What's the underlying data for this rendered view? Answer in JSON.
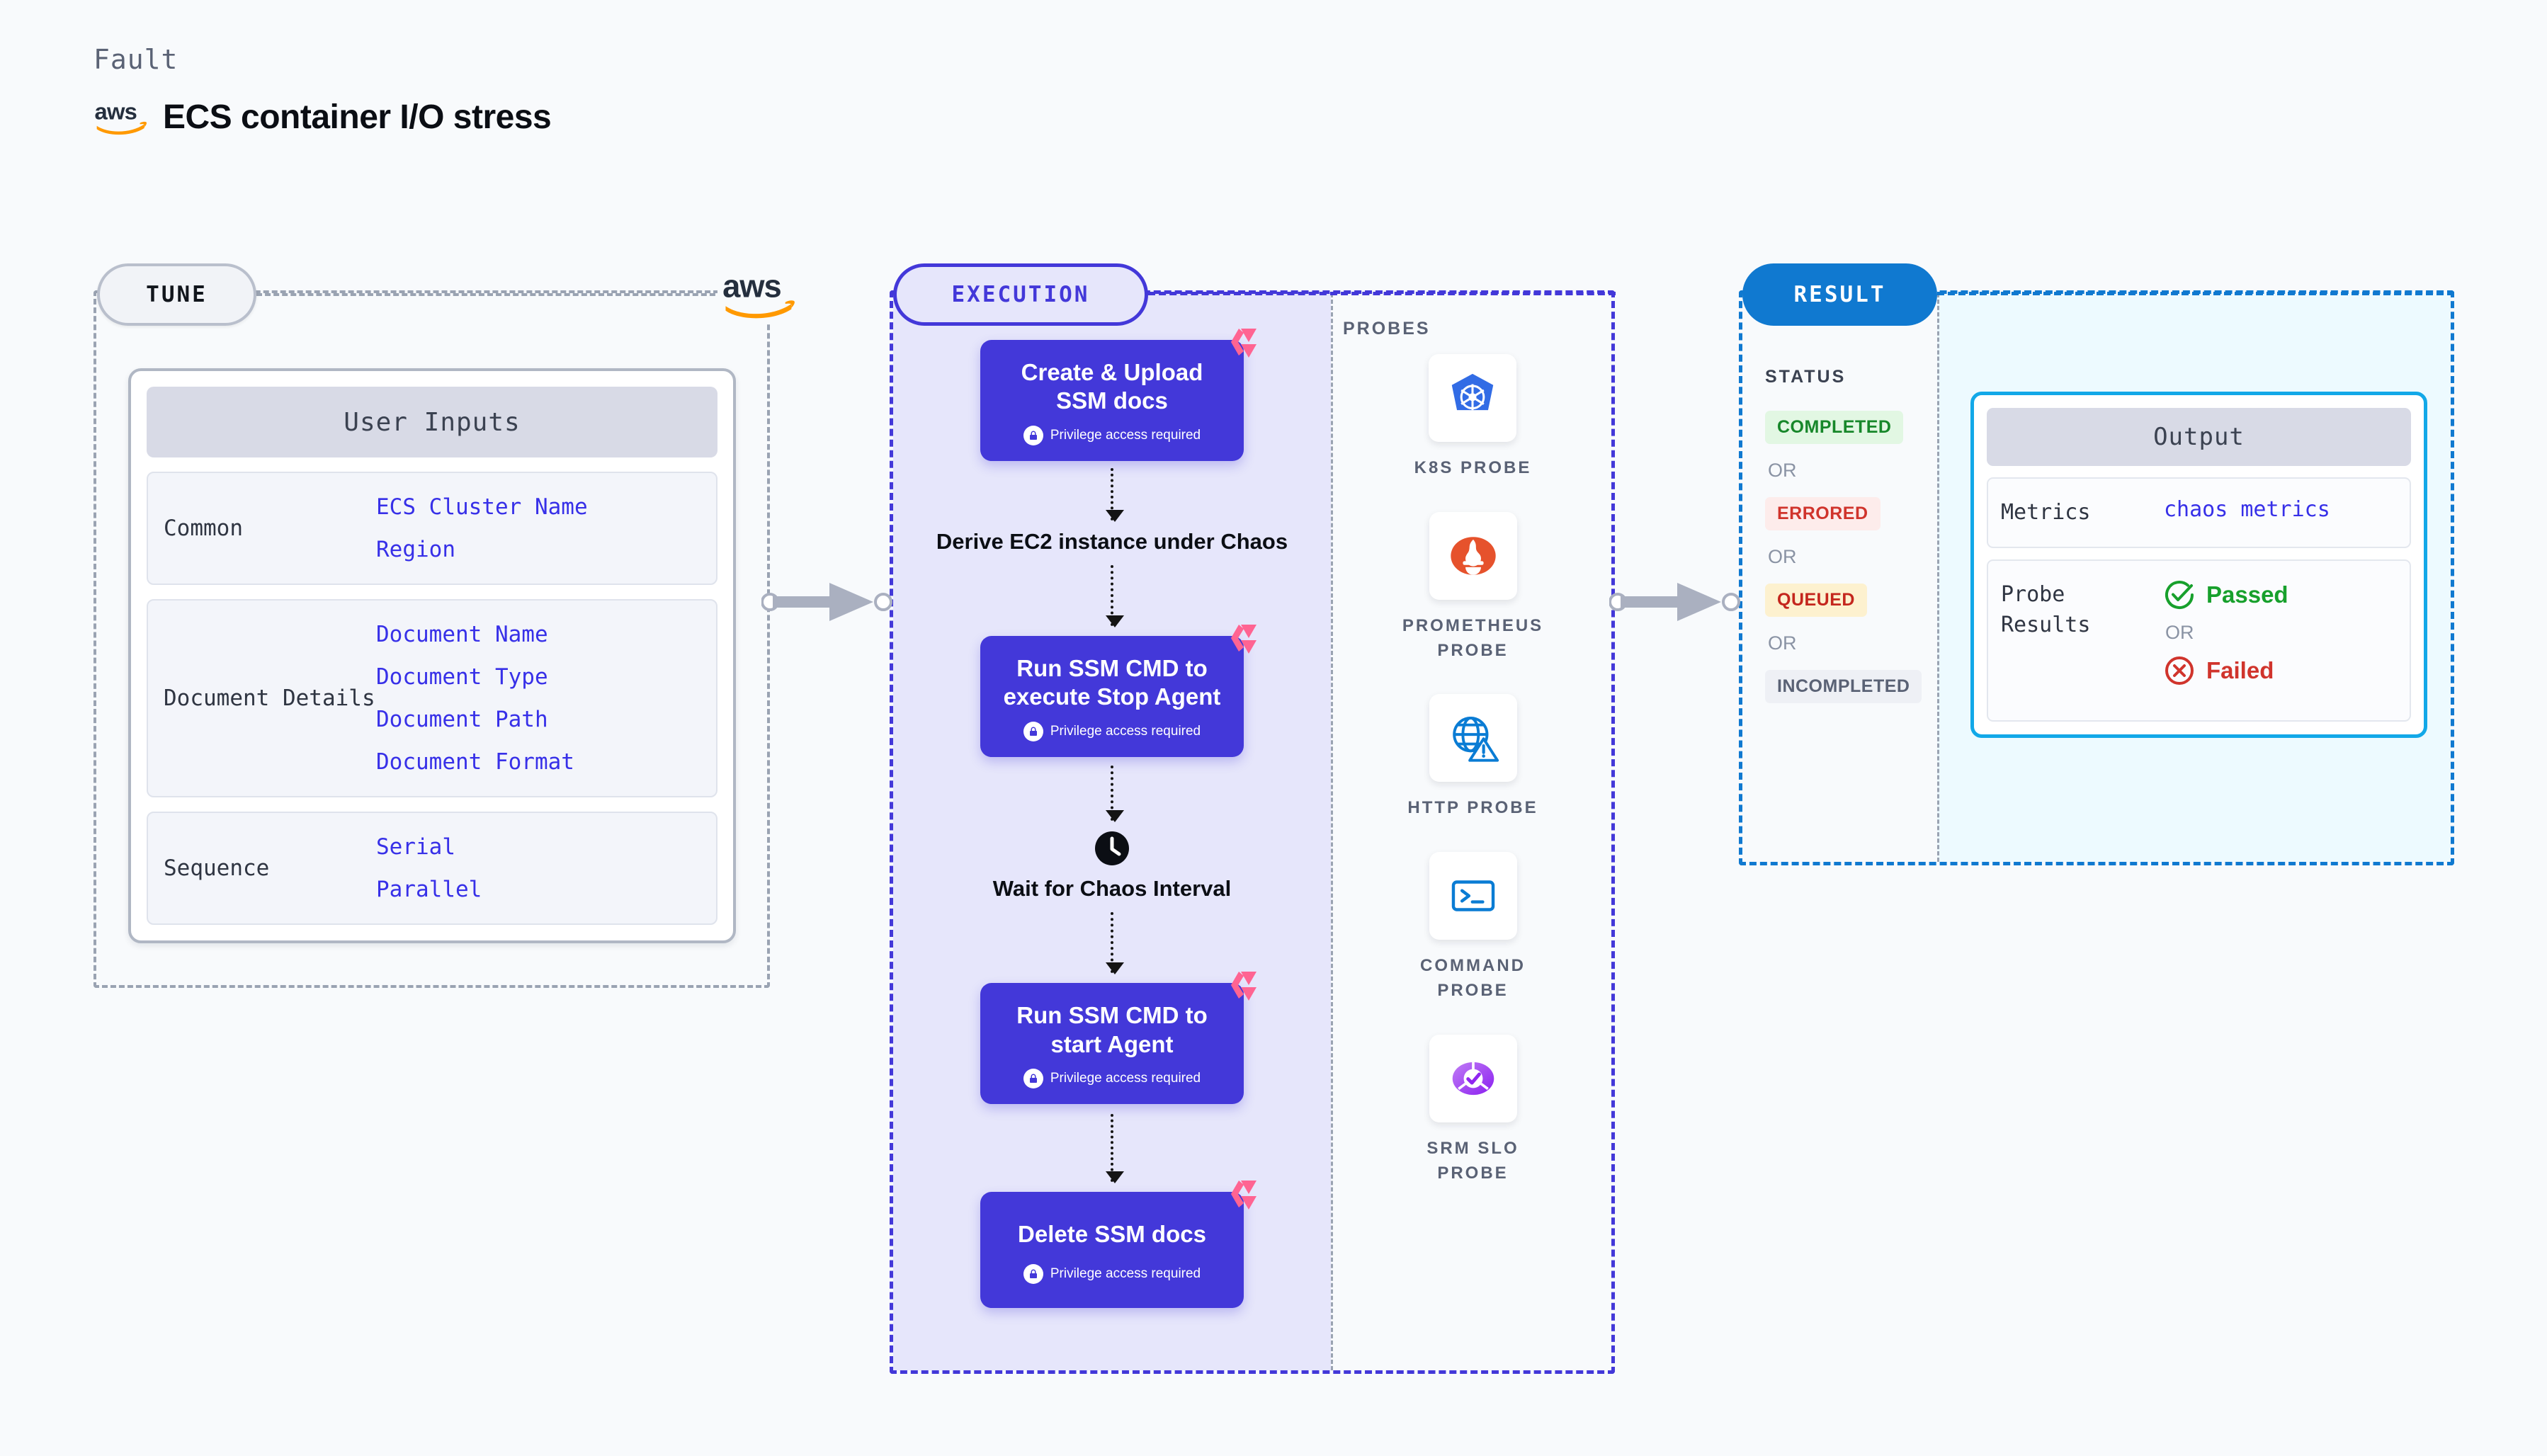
{
  "header": {
    "kicker": "Fault",
    "title": "ECS container I/O stress",
    "logo_icon": "aws-logo-icon"
  },
  "colors": {
    "page_bg": "#f8fafc",
    "tune_border": "#9aa3b2",
    "execution_accent": "#4338d9",
    "execution_bg": "#e6e6fb",
    "result_accent": "#1079d0",
    "output_bg": "#edfaff",
    "output_border": "#12a8e8",
    "link_value": "#3730e8",
    "harness_pink": "#ff6492"
  },
  "tune": {
    "pill_label": "TUNE",
    "floating_logo_icon": "aws-logo-icon",
    "card_title": "User Inputs",
    "groups": [
      {
        "label": "Common",
        "values": [
          "ECS Cluster Name",
          "Region"
        ]
      },
      {
        "label": "Document Details",
        "values": [
          "Document Name",
          "Document Type",
          "Document Path",
          "Document Format"
        ]
      },
      {
        "label": "Sequence",
        "values": [
          "Serial",
          "Parallel"
        ]
      }
    ]
  },
  "execution": {
    "pill_label": "EXECUTION",
    "privilege_note": "Privilege access required",
    "steps": [
      {
        "type": "node",
        "title": "Create & Upload SSM docs",
        "privileged": true,
        "badge_icon": "harness-logo-icon"
      },
      {
        "type": "plain",
        "title": "Derive EC2 instance under Chaos",
        "icon": null
      },
      {
        "type": "node",
        "title": "Run SSM CMD to execute Stop Agent",
        "privileged": true,
        "badge_icon": "harness-logo-icon"
      },
      {
        "type": "plain",
        "title": "Wait for Chaos Interval",
        "icon": "clock-icon"
      },
      {
        "type": "node",
        "title": "Run SSM CMD to start Agent",
        "privileged": true,
        "badge_icon": "harness-logo-icon"
      },
      {
        "type": "node",
        "title": "Delete SSM docs",
        "privileged": true,
        "badge_icon": "harness-logo-icon"
      }
    ]
  },
  "probes": {
    "section_label": "PROBES",
    "items": [
      {
        "name": "K8S PROBE",
        "icon": "kubernetes-icon"
      },
      {
        "name": "PROMETHEUS PROBE",
        "icon": "prometheus-icon"
      },
      {
        "name": "HTTP PROBE",
        "icon": "http-globe-warning-icon"
      },
      {
        "name": "COMMAND PROBE",
        "icon": "terminal-icon"
      },
      {
        "name": "SRM SLO PROBE",
        "icon": "srm-slo-icon"
      }
    ]
  },
  "result": {
    "pill_label": "RESULT",
    "status_label": "STATUS",
    "or_label": "OR",
    "statuses": [
      {
        "label": "COMPLETED",
        "bg": "#e2f7e3",
        "color": "#17872a"
      },
      {
        "label": "ERRORED",
        "bg": "#fdeceb",
        "color": "#d0342c"
      },
      {
        "label": "QUEUED",
        "bg": "#fdf1cf",
        "color": "#c4261d"
      },
      {
        "label": "INCOMPLETED",
        "bg": "#eef0f5",
        "color": "#5a6275"
      }
    ],
    "output": {
      "title": "Output",
      "metrics_label": "Metrics",
      "metrics_value": "chaos metrics",
      "probe_results_label": "Probe Results",
      "or_label": "OR",
      "passed_label": "Passed",
      "failed_label": "Failed",
      "passed_icon": "check-circle-icon",
      "failed_icon": "x-circle-icon",
      "passed_color": "#17a02c",
      "failed_color": "#d0342c"
    }
  }
}
